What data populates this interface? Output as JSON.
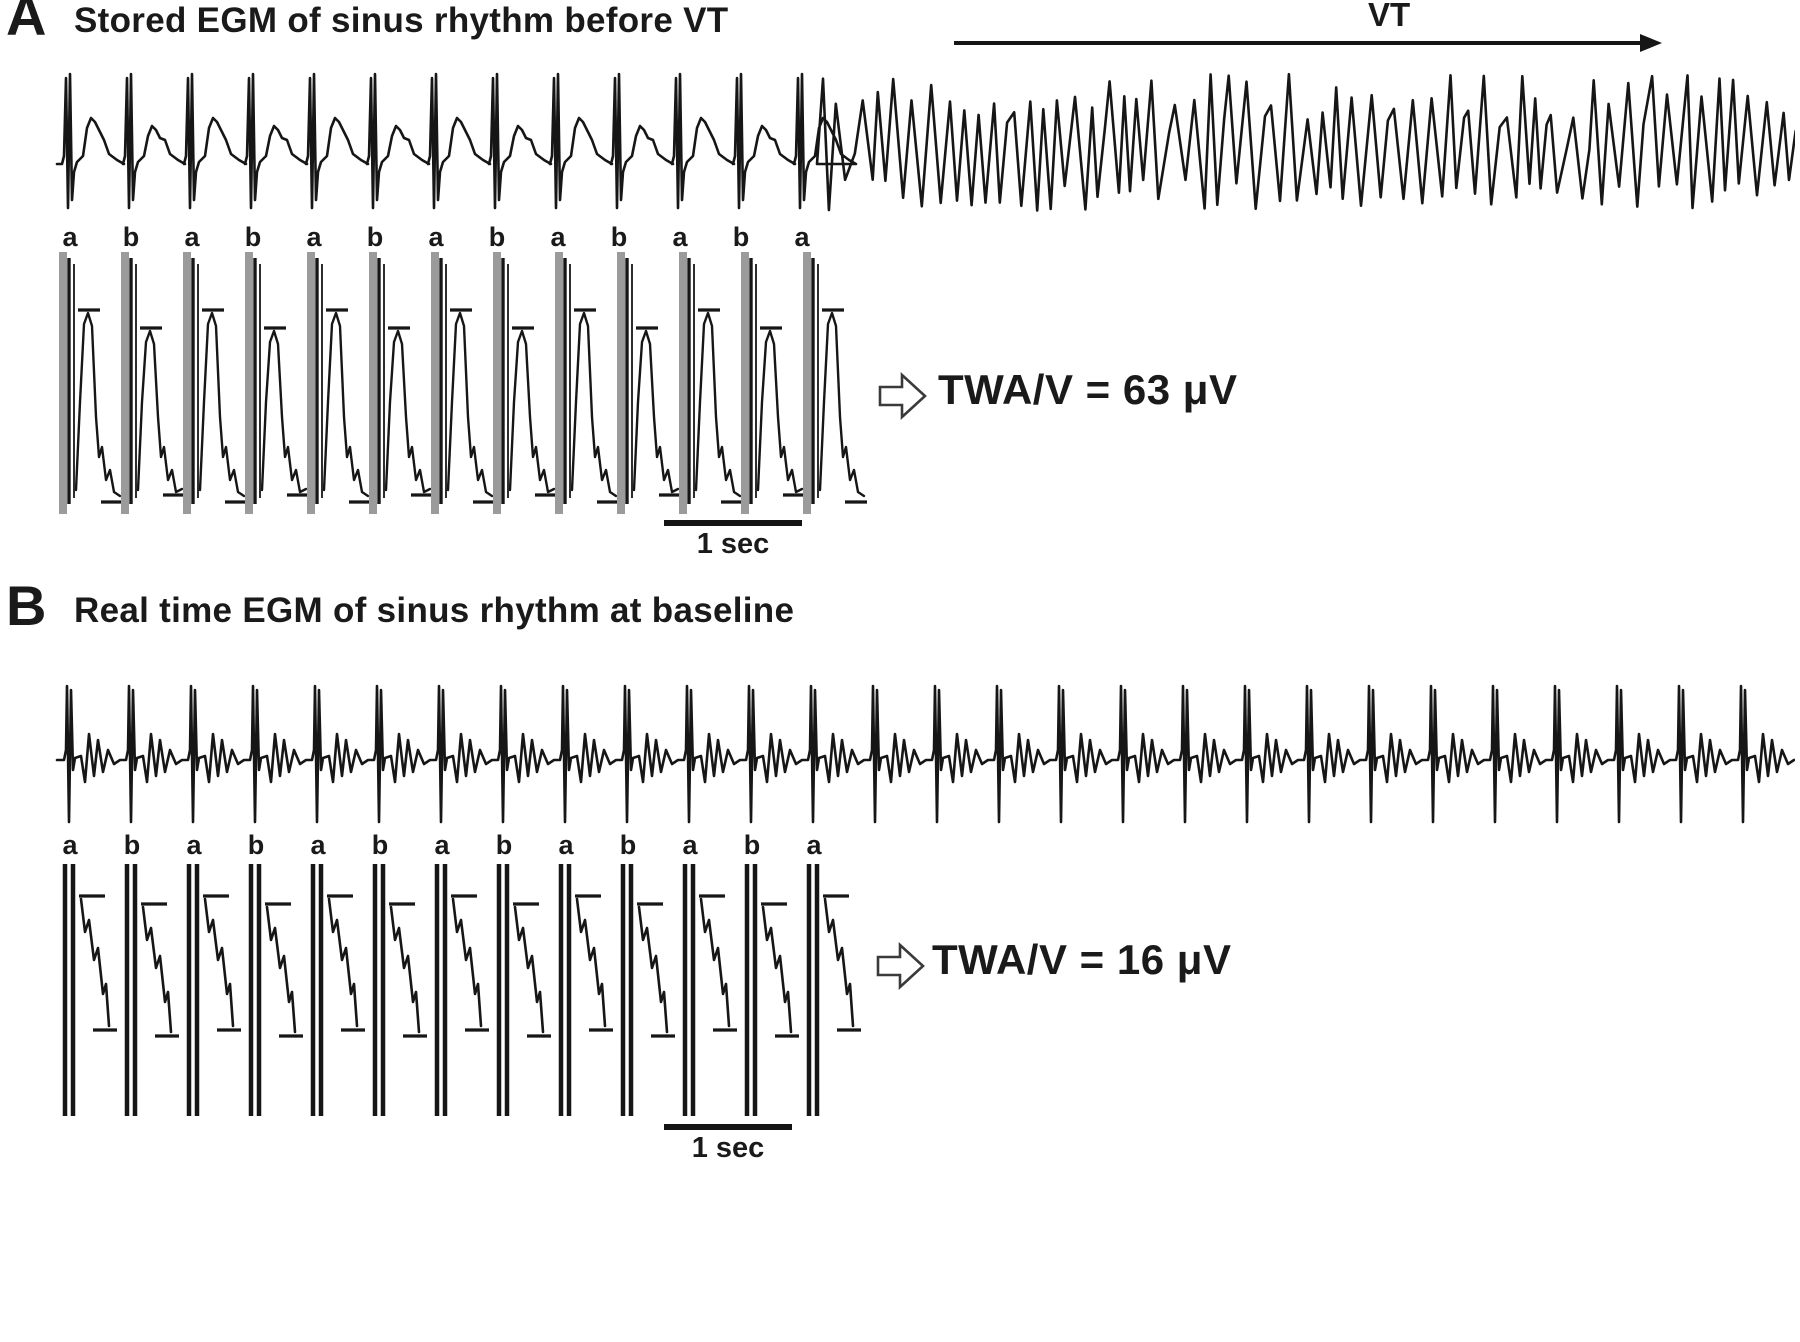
{
  "figure": {
    "background": "#ffffff"
  },
  "colors": {
    "trace": "#161616",
    "gray_bar": "#9b9b9b",
    "text": "#1a1a1a"
  },
  "panels": [
    {
      "label": "A",
      "title": "Stored EGM of sinus rhythm before VT",
      "vt_label": "VT",
      "beat_labels": [
        "a",
        "b",
        "a",
        "b",
        "a",
        "b",
        "a",
        "b",
        "a",
        "b",
        "a",
        "b",
        "a"
      ],
      "twa_text": "TWA/V = 63 μV",
      "twa_value_uV": 63,
      "scale_bar_label": "1 sec",
      "strip": {
        "sinus_beats": 13,
        "vt_present": true
      },
      "zoom": {
        "beats": 13
      }
    },
    {
      "label": "B",
      "title": "Real time EGM of sinus rhythm at baseline",
      "beat_labels": [
        "a",
        "b",
        "a",
        "b",
        "a",
        "b",
        "a",
        "b",
        "a",
        "b",
        "a",
        "b",
        "a"
      ],
      "twa_text": "TWA/V = 16 μV",
      "twa_value_uV": 16,
      "scale_bar_label": "1 sec",
      "strip": {
        "sinus_beats": 28,
        "vt_present": false
      },
      "zoom": {
        "beats": 13
      }
    }
  ]
}
